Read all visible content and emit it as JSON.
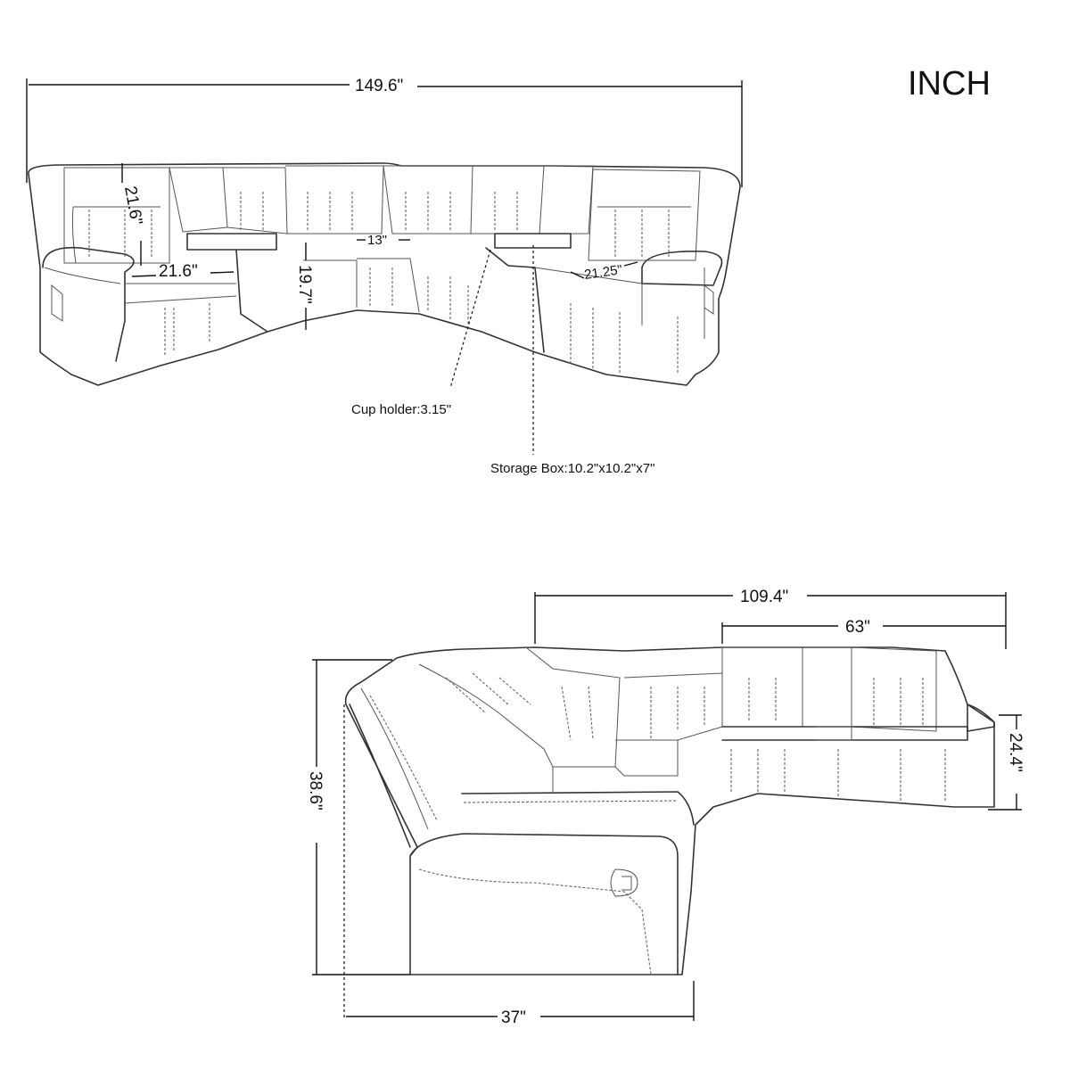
{
  "unit_label": "INCH",
  "front_view": {
    "overall_width": "149.6\"",
    "back_height": "21.6\"",
    "seat_width": "21.6\"",
    "console_width": "13\"",
    "seat_height": "19.7\"",
    "right_seat_width": "21.25\"",
    "cup_holder": "Cup holder:3.15\"",
    "storage_box": "Storage Box:10.2\"x10.2\"x7\""
  },
  "side_view": {
    "overall_length": "109.4\"",
    "loveseat_length": "63\"",
    "arm_height": "24.4\"",
    "total_height": "38.6\"",
    "depth": "37\""
  }
}
